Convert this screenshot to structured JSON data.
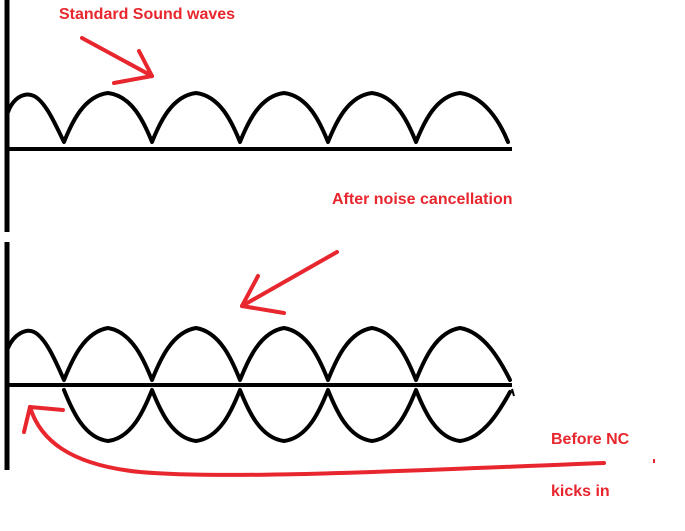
{
  "colors": {
    "annotation": "#e8262e",
    "line": "#000000",
    "background": "#ffffff"
  },
  "labels": {
    "standard": "Standard Sound waves",
    "after": "After noise cancellation",
    "before_line1": "Before NC",
    "before_line2": "kicks in"
  },
  "panels": [
    {
      "name": "standard-sound-waves",
      "wave_count": 6,
      "inverted_wave": false
    },
    {
      "name": "noise-cancellation-waves",
      "wave_count": 6,
      "inverted_wave": true
    }
  ]
}
